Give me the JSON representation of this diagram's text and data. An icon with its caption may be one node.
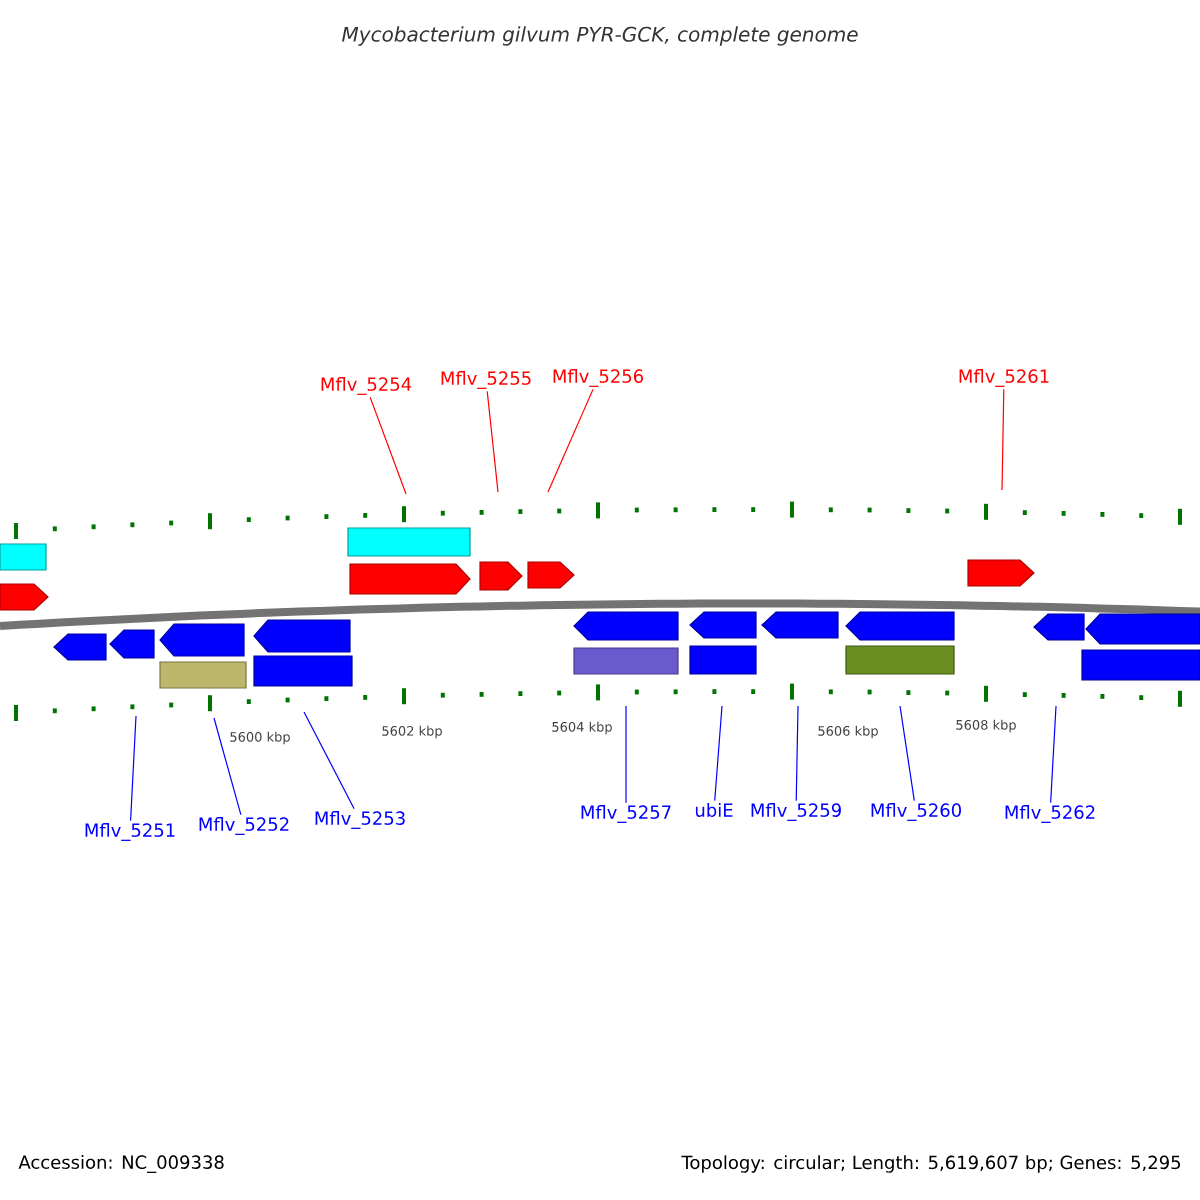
{
  "diagram": {
    "title": "*Mycobacterium gilvum* PYR-GCK, complete genome",
    "nodes": [
      {
        "text": [
          "Mflv_5254"
        ]
      },
      {
        "text": [
          "Mflv_5255"
        ]
      },
      {
        "text": [
          "Mflv_5256"
        ]
      },
      {
        "text": [
          "Mflv_5261"
        ]
      },
      {
        "text": [
          "Mflv_5251"
        ]
      },
      {
        "text": [
          "Mflv_5252"
        ]
      },
      {
        "text": [
          "Mflv_5253"
        ]
      },
      {
        "text": [
          "Mflv_5257"
        ]
      },
      {
        "text": [
          "ubiE"
        ]
      },
      {
        "text": [
          "Mflv_5259"
        ]
      },
      {
        "text": [
          "Mflv_5260"
        ]
      },
      {
        "text": [
          "Mflv_5262"
        ]
      }
    ],
    "edges": [
      {
        "from": 0,
        "to": null,
        "arrow": "none",
        "color": "#ff0000"
      },
      {
        "from": 1,
        "to": null,
        "arrow": "none",
        "color": "#ff0000"
      },
      {
        "from": 2,
        "to": null,
        "arrow": "none",
        "color": "#ff0000"
      },
      {
        "from": 3,
        "to": null,
        "arrow": "none",
        "color": "#ff0000"
      },
      {
        "from": 4,
        "to": null,
        "arrow": "none"
      },
      {
        "from": 5,
        "to": null,
        "arrow": "none"
      },
      {
        "from": 6,
        "to": null,
        "arrow": "none"
      },
      {
        "from": 7,
        "to": null,
        "arrow": "none"
      },
      {
        "from": 8,
        "to": null,
        "arrow": "none"
      },
      {
        "from": 9,
        "to": null,
        "arrow": "none"
      },
      {
        "from": 10,
        "to": null,
        "arrow": "none"
      },
      {
        "from": 11,
        "to": null,
        "arrow": "none"
      }
    ],
    "labels": [
      "5600 kbp",
      "5602 kbp",
      "5604 kbp",
      "5606 kbp",
      "5608 kbp",
      "Accession: NC_009338",
      "Topology: circular; Length: 5,619,607 bp; Genes: 5,295"
    ]
  }
}
